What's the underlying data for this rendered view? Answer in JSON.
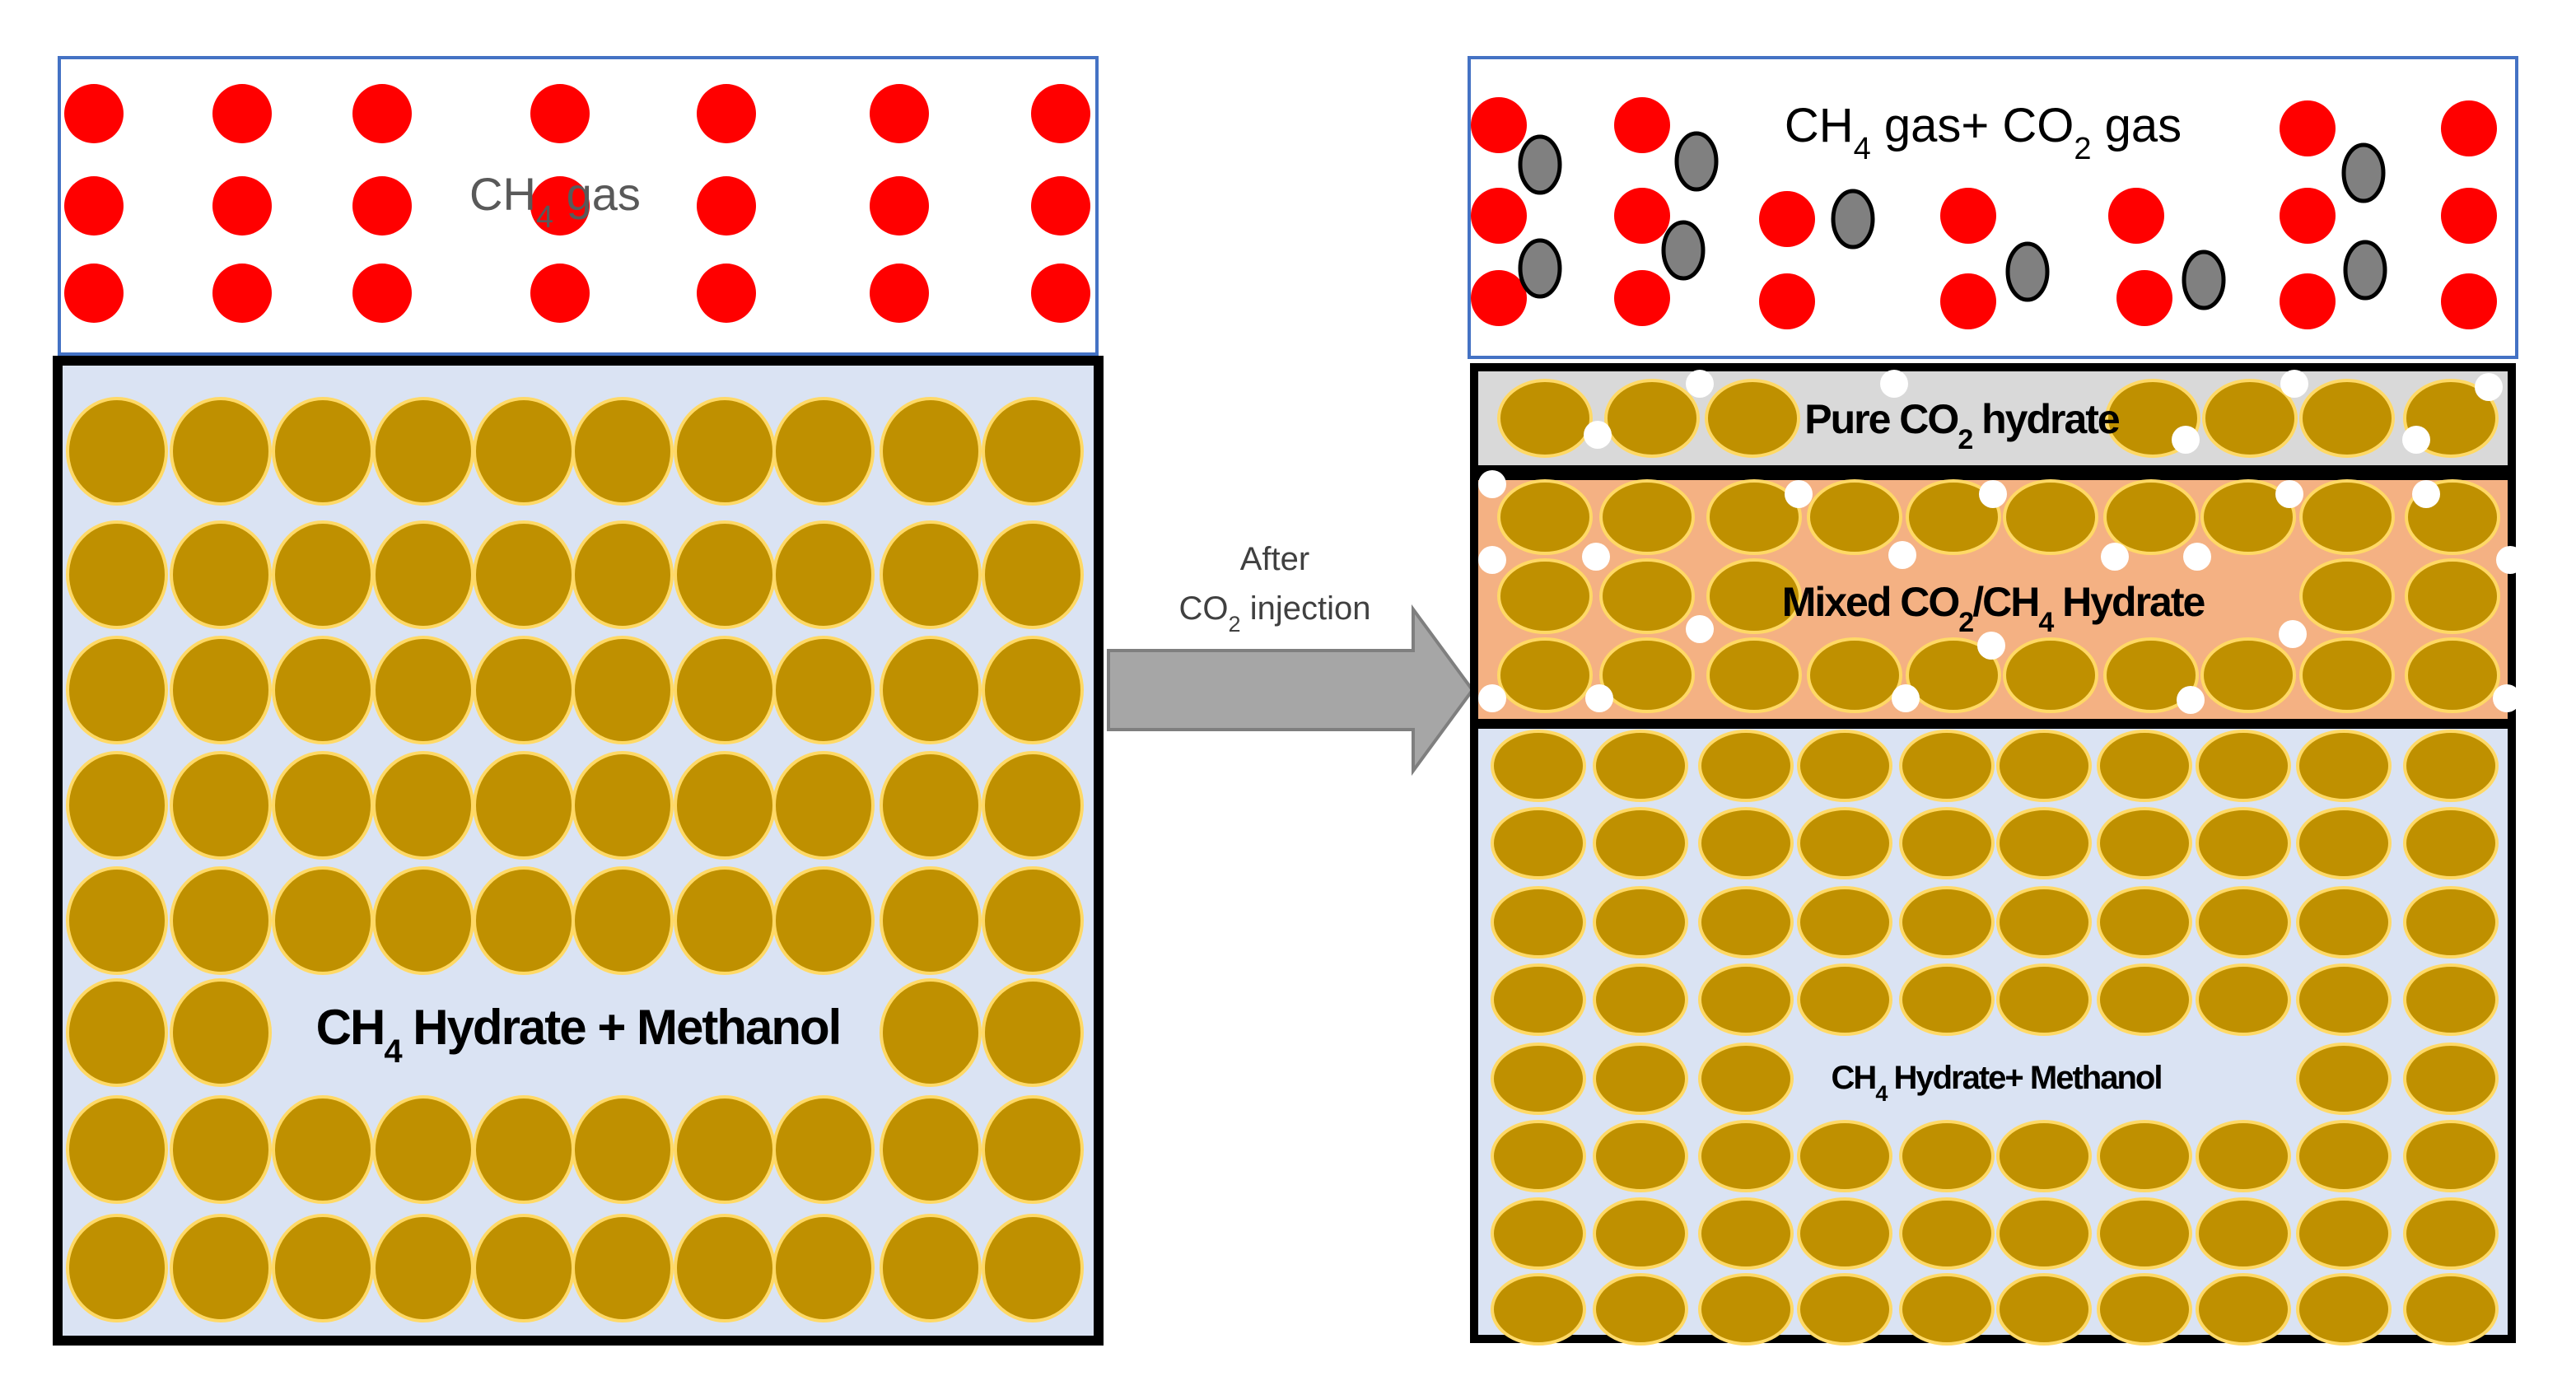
{
  "left_panel": {
    "gas_label": {
      "main": "CH",
      "sub": "4",
      "tail": " gas"
    },
    "hydrate_label": {
      "main": "CH",
      "sub": "4",
      "tail": " Hydrate + Methanol"
    }
  },
  "arrow": {
    "line1": "After",
    "line2": {
      "main": "CO",
      "sub": "2",
      "tail": " injection"
    }
  },
  "right_panel": {
    "gas_label": {
      "a": "CH",
      "a_sub": "4",
      "b": " gas+ CO",
      "b_sub": "2",
      "c": " gas"
    },
    "pure_label": {
      "a": "Pure CO",
      "a_sub": "2",
      "b": " hydrate"
    },
    "mixed_label": {
      "a": "Mixed CO",
      "a_sub": "2",
      "b": "/CH",
      "b_sub": "4",
      "c": " Hydrate"
    },
    "bottom_label": {
      "a": "CH",
      "a_sub": "4",
      "b": " Hydrate+ Methanol"
    }
  },
  "colors": {
    "ch4_molecule": "#ff0000",
    "co2_molecule": "#808080",
    "hydrate_cage": "#bf9000",
    "cage_outline": "#ffd966",
    "hydrate_background": "#dae3f3",
    "mixed_background": "#f4b183",
    "pure_background": "#d9d9d9",
    "gas_box_border": "#4472c4",
    "arrow_fill": "#a6a6a6"
  }
}
